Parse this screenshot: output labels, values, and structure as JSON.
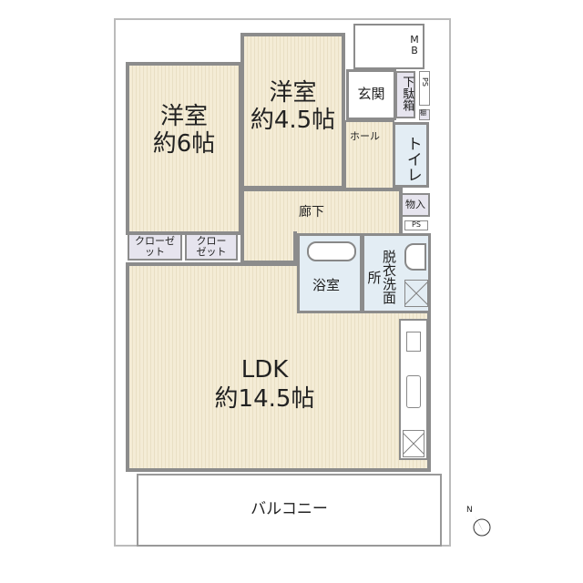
{
  "rooms": {
    "western_6": {
      "name": "洋室",
      "size": "約6帖"
    },
    "western_45": {
      "name": "洋室",
      "size": "約4.5帖"
    },
    "entrance": "玄関",
    "shoe_box": "下駄箱",
    "ps_top": "PS",
    "mb": "MB",
    "shelf": "棚",
    "hall": "ホール",
    "toilet": "トイレ",
    "storage": "物入",
    "ps_mid": "PS",
    "corridor": "廊下",
    "closet1": "クローゼット",
    "closet2": "クローゼット",
    "bath": "浴室",
    "washroom": "脱衣洗面所",
    "ldk": {
      "name": "LDK",
      "size": "約14.5帖"
    },
    "balcony": "バルコニー"
  },
  "compass": "N",
  "colors": {
    "floor": "#f4ecd6",
    "wet": "#e3edf4",
    "closet": "#e6e4ee",
    "wall": "#8c8c8c"
  }
}
